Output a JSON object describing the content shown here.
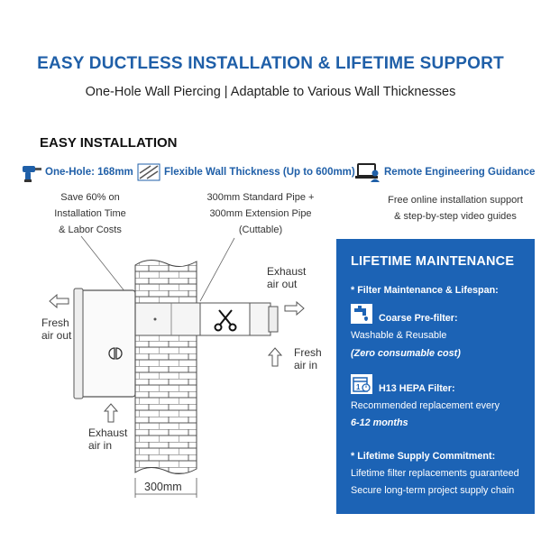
{
  "header": {
    "title": "EASY DUCTLESS INSTALLATION & LIFETIME SUPPORT",
    "subtitle": "One-Hole Wall Piercing | Adaptable to Various Wall Thicknesses"
  },
  "installation": {
    "title": "EASY INSTALLATION",
    "features": [
      {
        "icon": "drill-icon",
        "label": "One-Hole: 168mm"
      },
      {
        "icon": "wall-thickness-icon",
        "label": "Flexible Wall Thickness (Up to 600mm)"
      },
      {
        "icon": "laptop-engineer-icon",
        "label": "Remote Engineering Guidance"
      }
    ],
    "notes": {
      "savings": [
        "Save 60% on",
        "Installation Time",
        "& Labor Costs"
      ],
      "pipe": [
        "300mm Standard Pipe +",
        "300mm Extension Pipe",
        "(Cuttable)"
      ],
      "support": [
        "Free online installation support",
        "& step-by-step video guides"
      ]
    }
  },
  "diagram": {
    "exhaust_out": [
      "Exhaust",
      "air out"
    ],
    "fresh_out": [
      "Fresh",
      "air out"
    ],
    "fresh_in": [
      "Fresh",
      "air in"
    ],
    "exhaust_in": [
      "Exhaust",
      "air in"
    ],
    "wall_width": "300mm"
  },
  "maintenance": {
    "title": "LIFETIME MAINTENANCE",
    "filter_heading": "* Filter Maintenance & Lifespan:",
    "coarse_title": "Coarse Pre-filter:",
    "coarse_line1": "Washable & Reusable",
    "coarse_line2": "(Zero consumable cost)",
    "hepa_title": "H13 HEPA Filter:",
    "hepa_line1": "Recommended replacement every",
    "hepa_line2": "6-12 months",
    "supply_heading": "* Lifetime Supply Commitment:",
    "supply_line1": "Lifetime filter replacements guaranteed",
    "supply_line2": "Secure long-term project supply chain"
  },
  "colors": {
    "accent": "#1f5fa8",
    "panel": "#1c63b5"
  }
}
